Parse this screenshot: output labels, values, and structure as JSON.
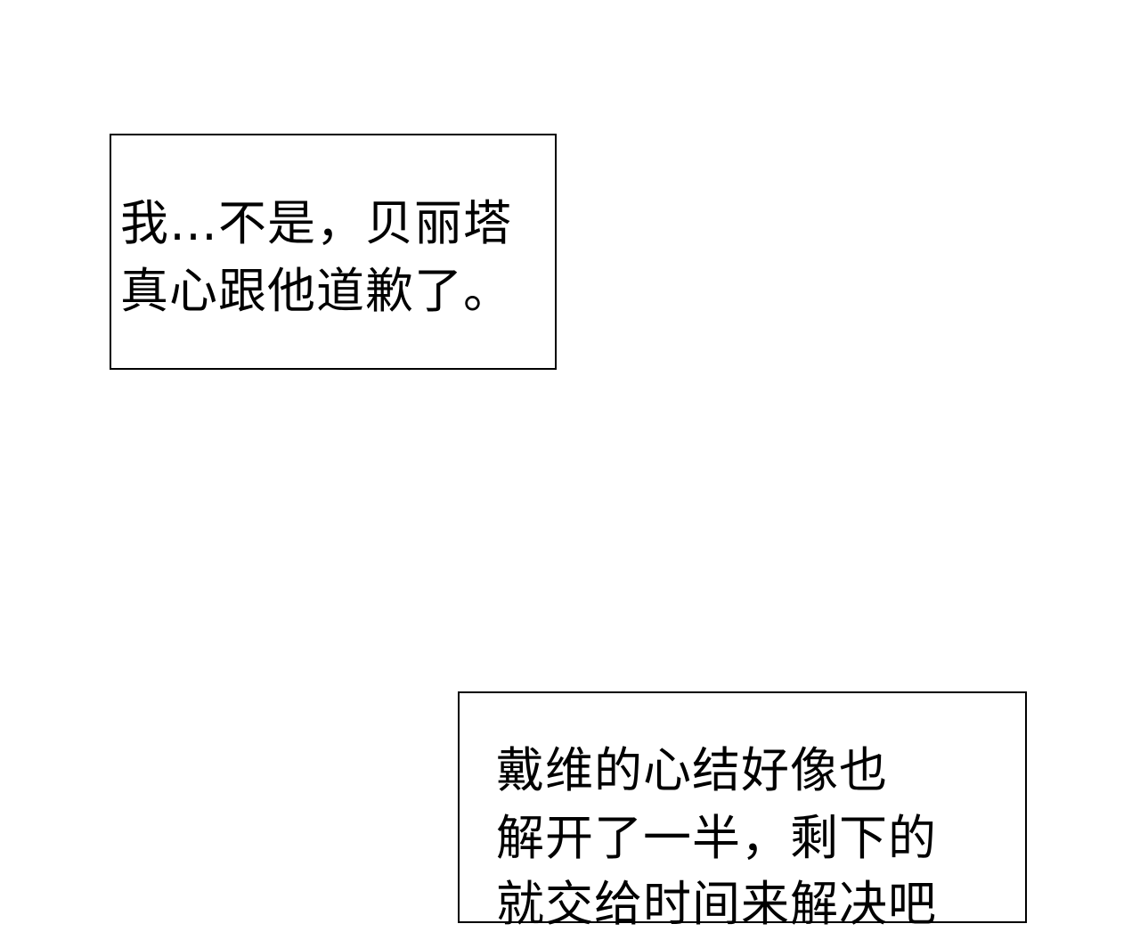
{
  "panels": [
    {
      "lines": [
        "我…不是，贝丽塔",
        "真心跟他道歉了。"
      ]
    },
    {
      "lines": [
        "戴维的心结好像也",
        "解开了一半，剩下的",
        "就交给时间来解决吧"
      ]
    }
  ],
  "colors": {
    "background": "#ffffff",
    "text": "#000000",
    "border": "#000000"
  }
}
